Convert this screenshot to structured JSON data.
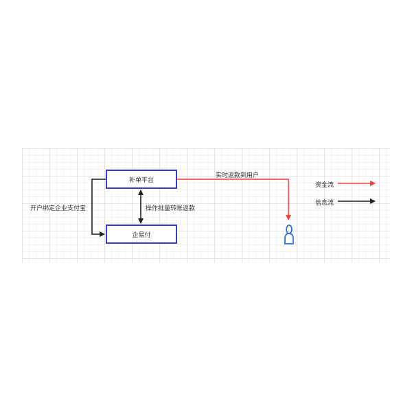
{
  "diagram": {
    "nodes": {
      "platform": "补单平台",
      "qiyifu": "企易付"
    },
    "edges": {
      "bind_alipay": "开户绑定企业支付宝",
      "batch_transfer": "操作批量转账返款",
      "realtime_refund": "实时返款到用户"
    },
    "actor": {
      "name": "user-icon"
    },
    "legend": {
      "fund_flow": "资金流",
      "info_flow": "信息流"
    },
    "colors": {
      "fund_flow": "#ff3b3b",
      "info_flow": "#222222",
      "node_border": "#3a3acc",
      "actor": "#2f6fd6"
    }
  }
}
